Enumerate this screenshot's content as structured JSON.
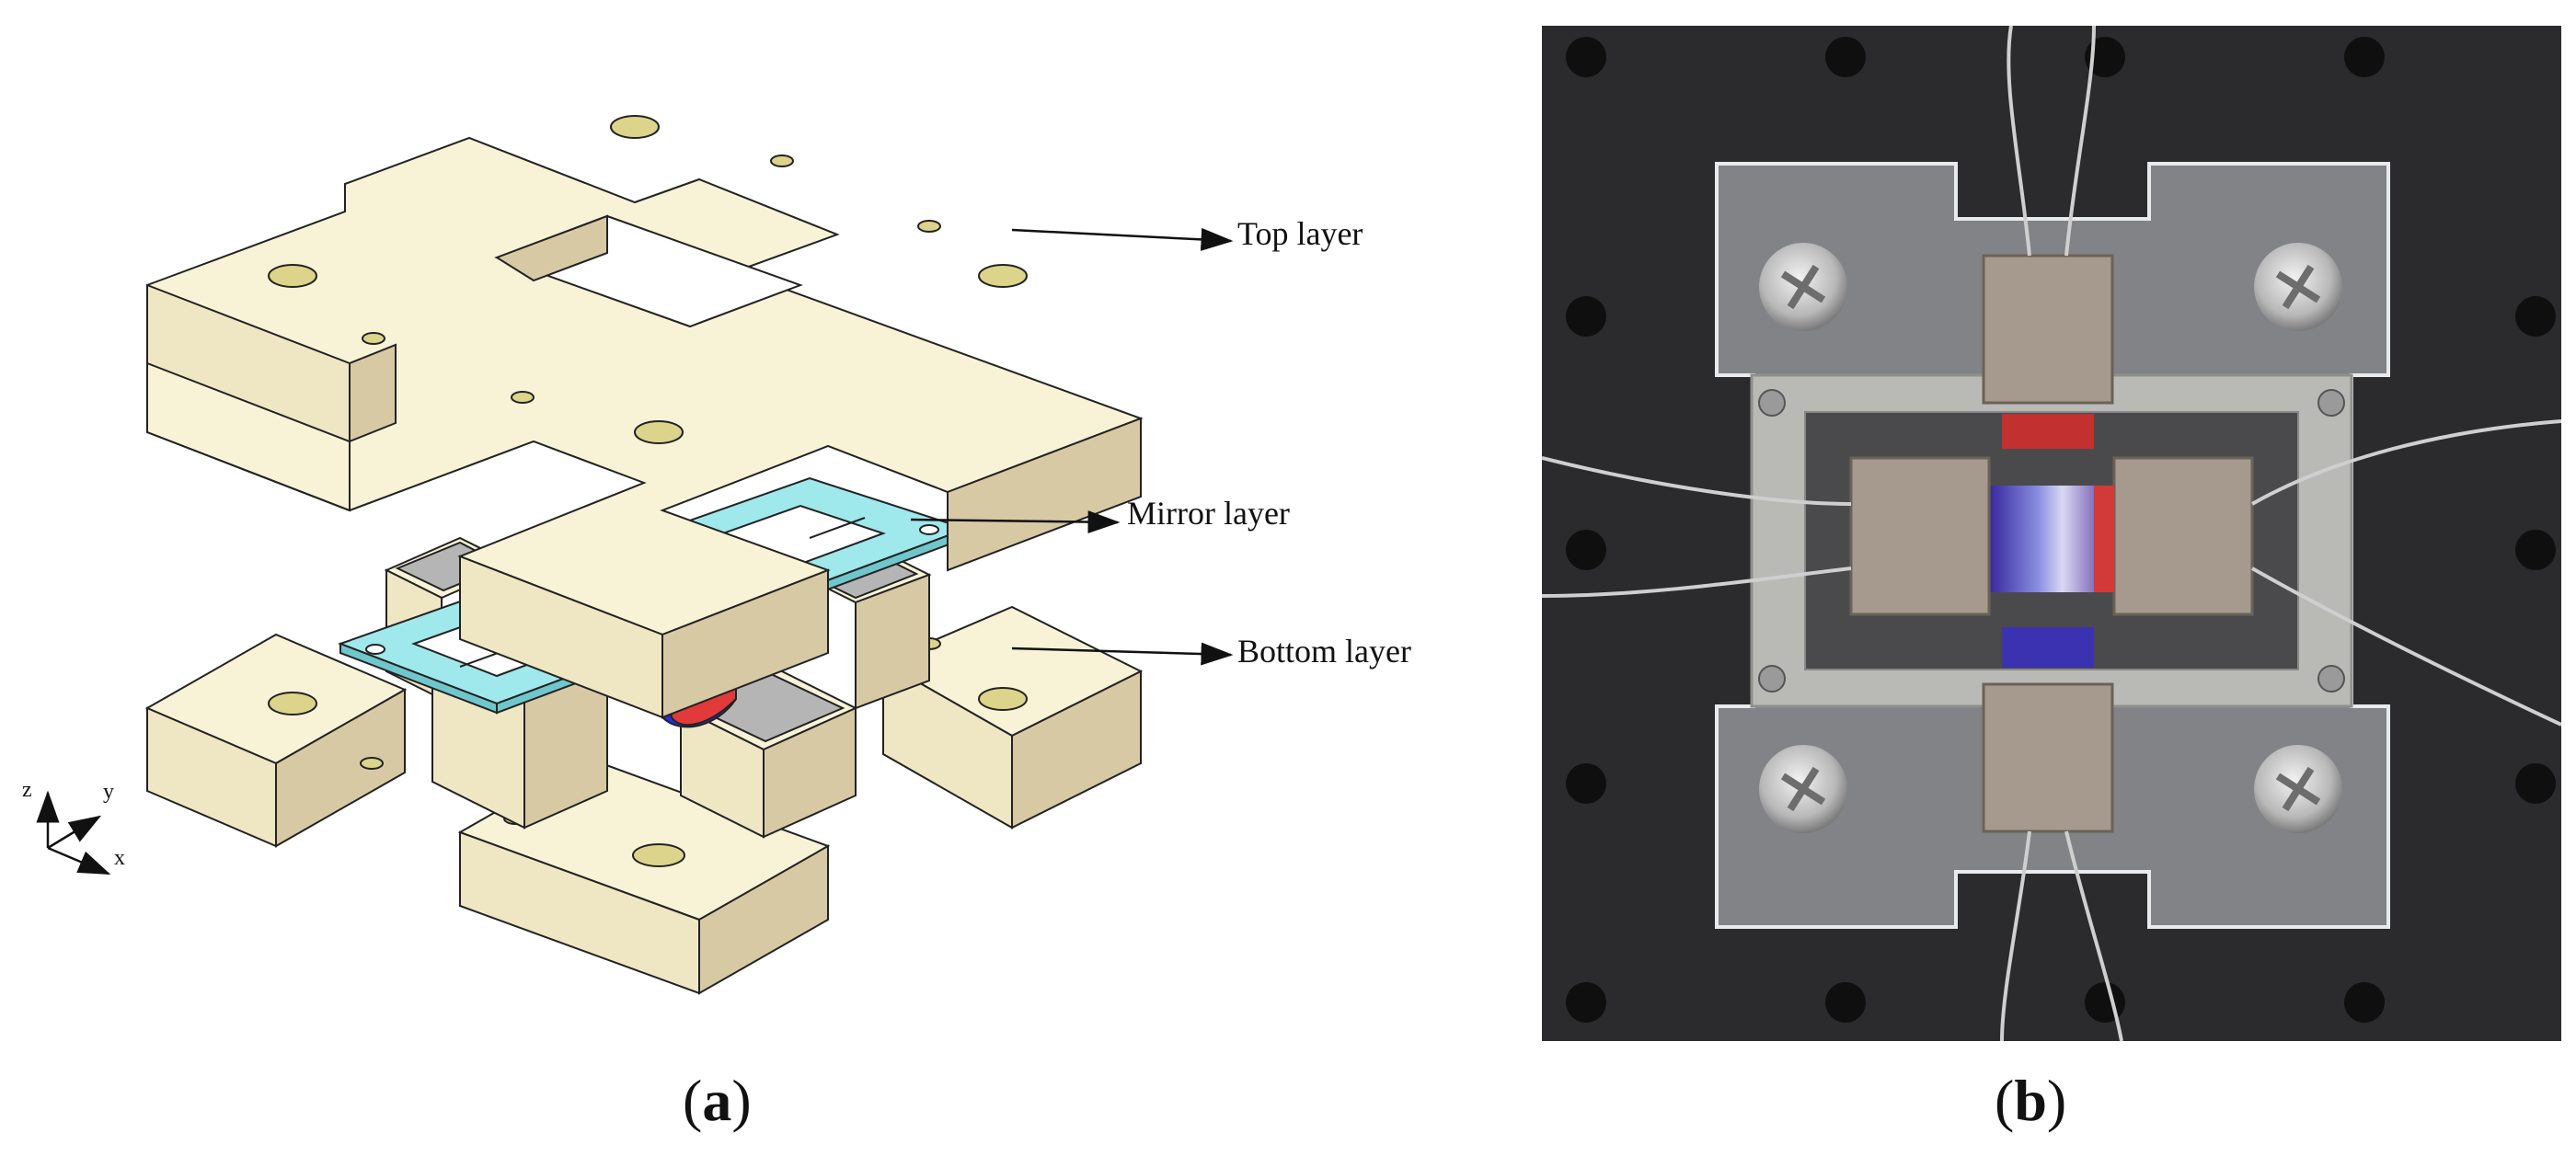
{
  "panel_a": {
    "labels": {
      "top_layer": "Top layer",
      "mirror_layer": "Mirror layer",
      "bottom_layer": "Bottom layer"
    },
    "axes": {
      "z": "z",
      "y": "y",
      "x": "x"
    },
    "colors": {
      "plate_top": "#f8f3d6",
      "plate_side": "#d8c9a5",
      "plate_front": "#efe6c4",
      "mirror": "#9fe8ec",
      "magnet_red": "#e23a3a",
      "magnet_blue": "#2a2ae0",
      "piezo_gray": "#b5b5b5",
      "hole": "#dcd48a"
    },
    "caption": {
      "open": "(",
      "letter": "a",
      "close": ")"
    }
  },
  "panel_b": {
    "colors": {
      "background": "#2b2b2d",
      "acrylic": "#c9ccd0",
      "steel_frame": "#b9b9b6",
      "piezo": "#a59a8d"
    },
    "caption": {
      "open": "(",
      "letter": "b",
      "close": ")"
    }
  }
}
